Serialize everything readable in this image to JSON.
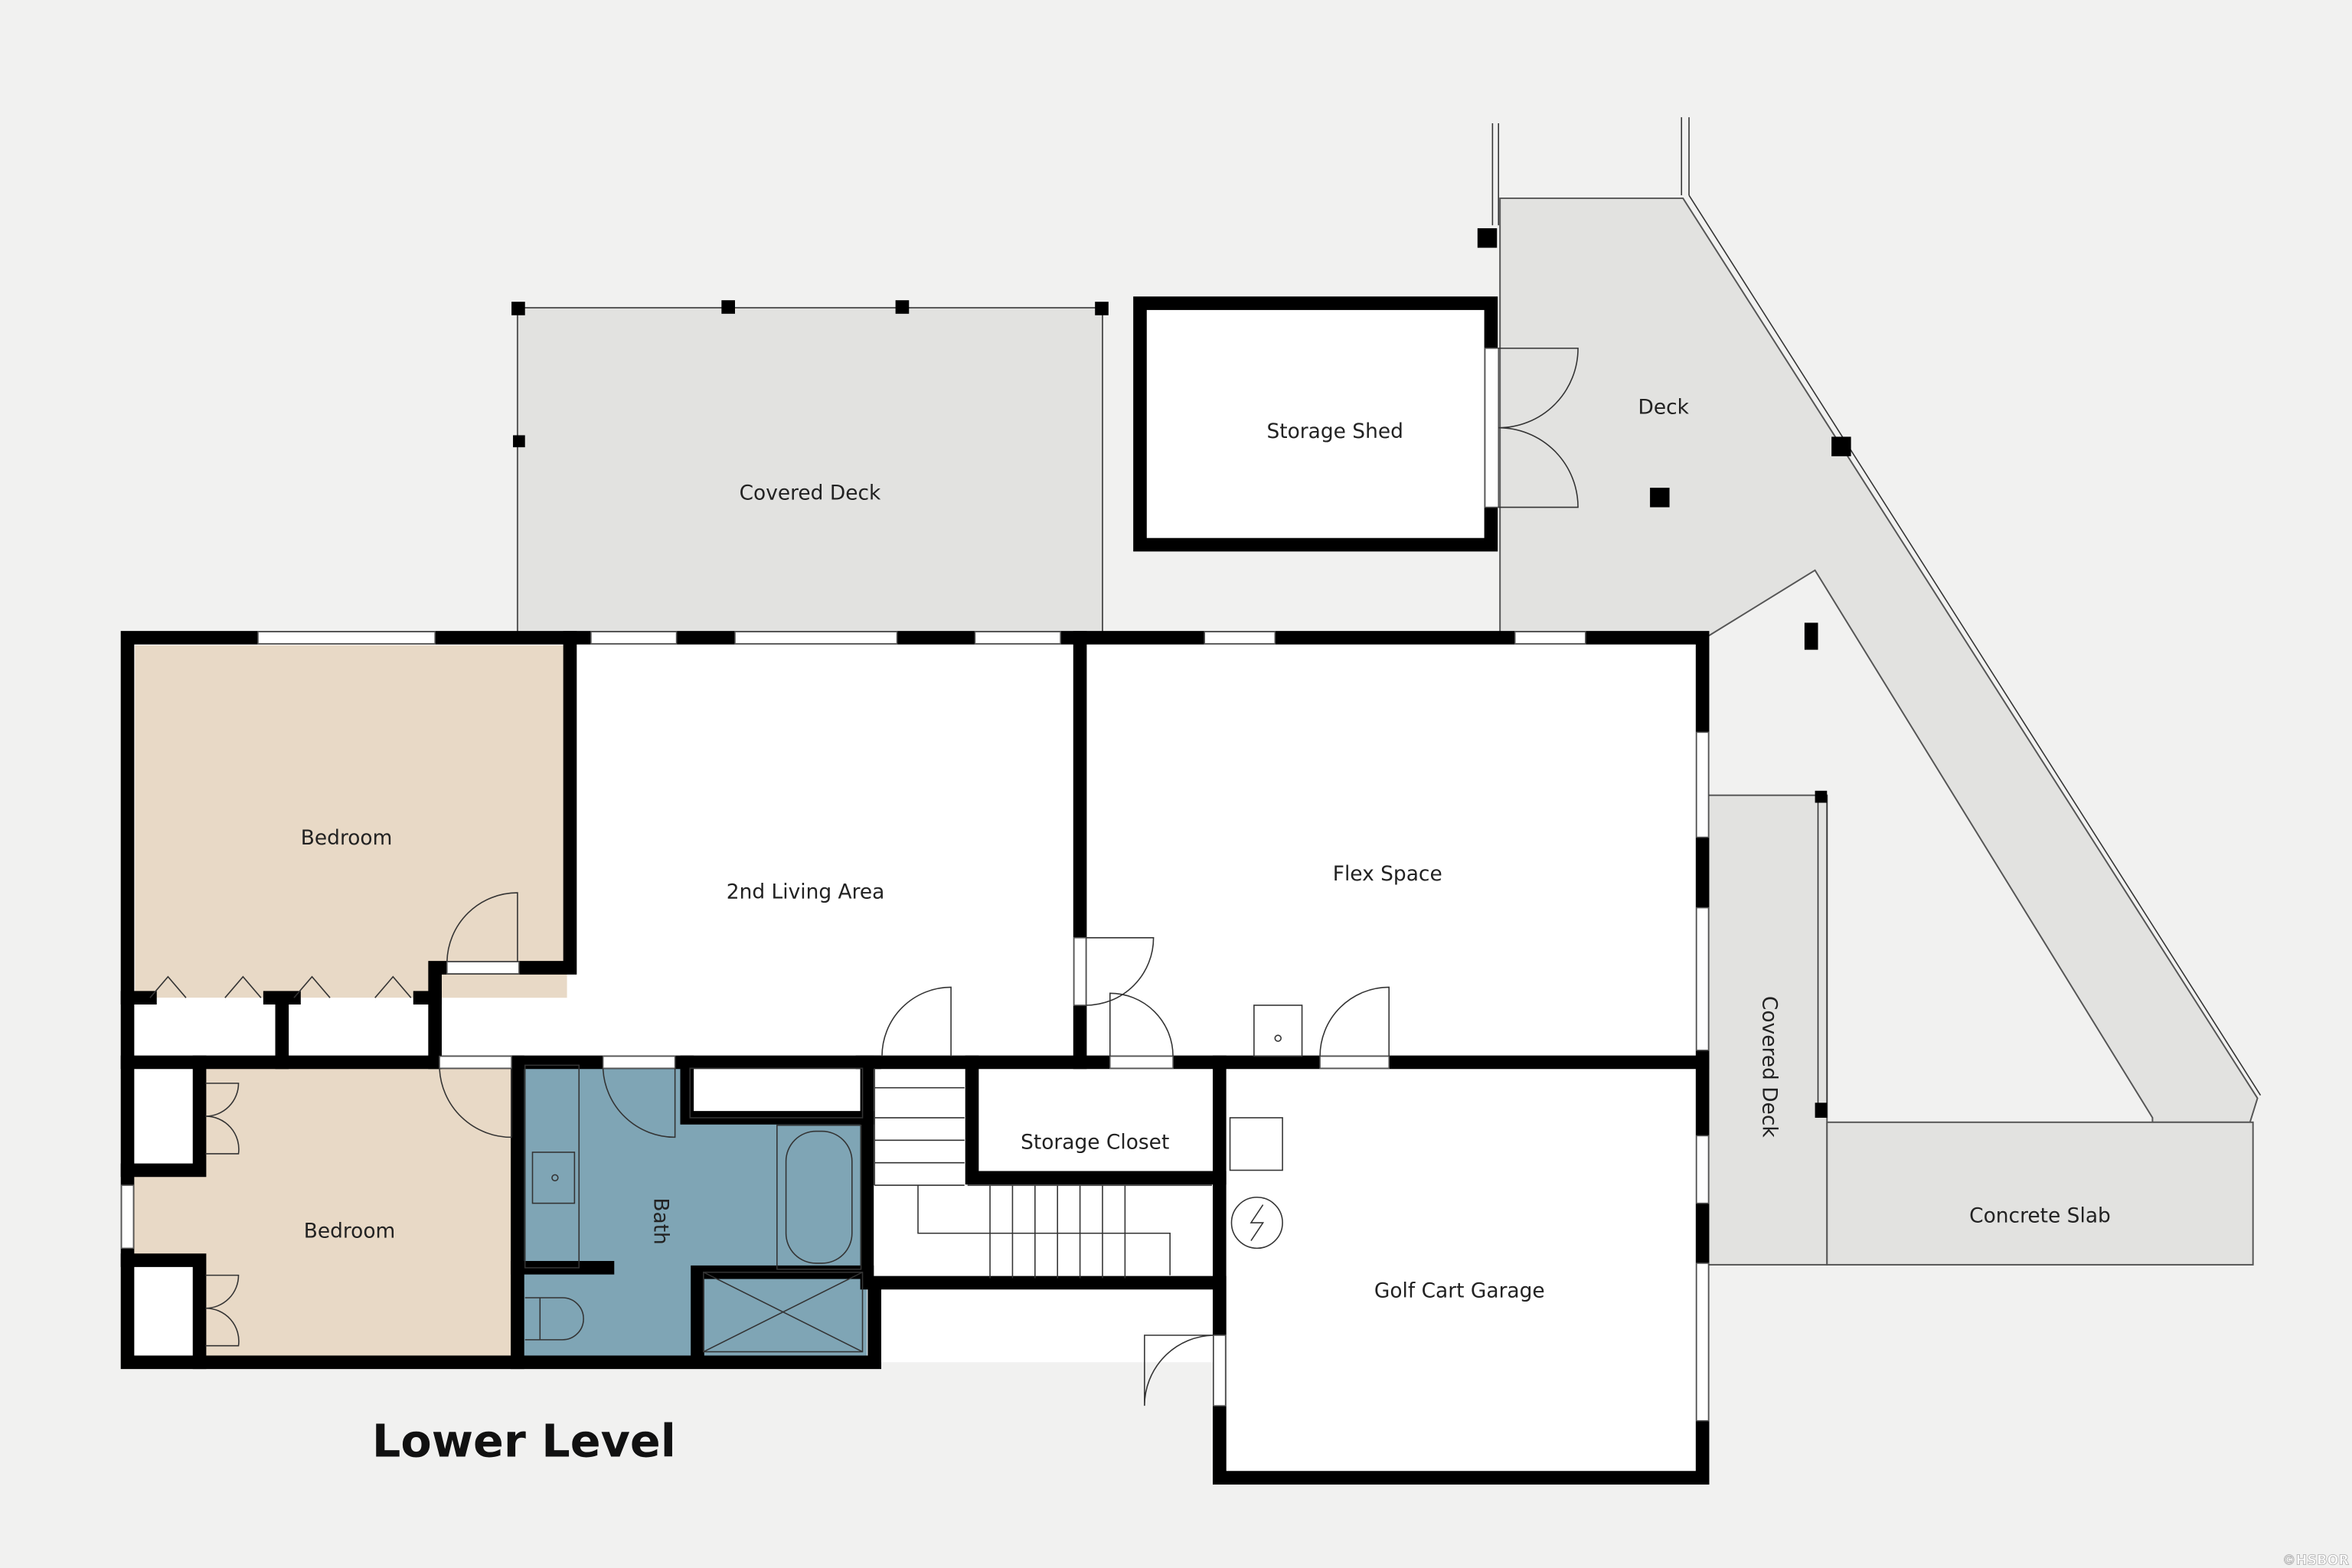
{
  "plan": {
    "title": "Lower Level",
    "watermark": "©HSBOR",
    "colors": {
      "background": "#f1f1f0",
      "bedroom": "#e8d9c6",
      "bath": "#7fa5b5",
      "outdoor": "#e2e2e0",
      "wall": "#000000"
    },
    "rooms": {
      "covered_deck_top": "Covered Deck",
      "storage_shed": "Storage Shed",
      "deck": "Deck",
      "bedroom_1": "Bedroom",
      "living": "2nd Living Area",
      "flex": "Flex Space",
      "bedroom_2": "Bedroom",
      "bath": "Bath",
      "storage_closet": "Storage Closet",
      "garage": "Golf Cart Garage",
      "covered_deck_side": "Covered Deck",
      "concrete_slab": "Concrete Slab"
    }
  }
}
